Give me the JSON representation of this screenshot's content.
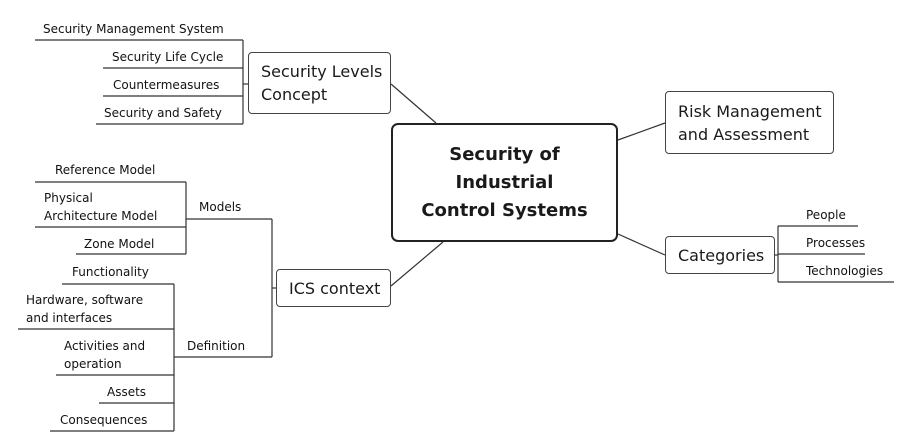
{
  "diagram": {
    "central": "Security of\nIndustrial\nControl Systems",
    "branches": {
      "security_levels": {
        "label": "Security Levels\nConcept",
        "items": [
          "Security Management System",
          "Security Life Cycle",
          "Countermeasures",
          "Security and Safety"
        ]
      },
      "ics_context": {
        "label": "ICS context",
        "models": {
          "label": "Models",
          "items": [
            "Reference Model",
            "Physical\nArchitecture Model",
            "Zone Model"
          ]
        },
        "definition": {
          "label": "Definition",
          "items": [
            "Functionality",
            "Hardware, software\nand interfaces",
            "Activities and\noperation",
            "Assets",
            "Consequences"
          ]
        }
      },
      "risk": {
        "label": "Risk Management\nand Assessment"
      },
      "categories": {
        "label": "Categories",
        "items": [
          "People",
          "Processes",
          "Technologies"
        ]
      }
    }
  }
}
